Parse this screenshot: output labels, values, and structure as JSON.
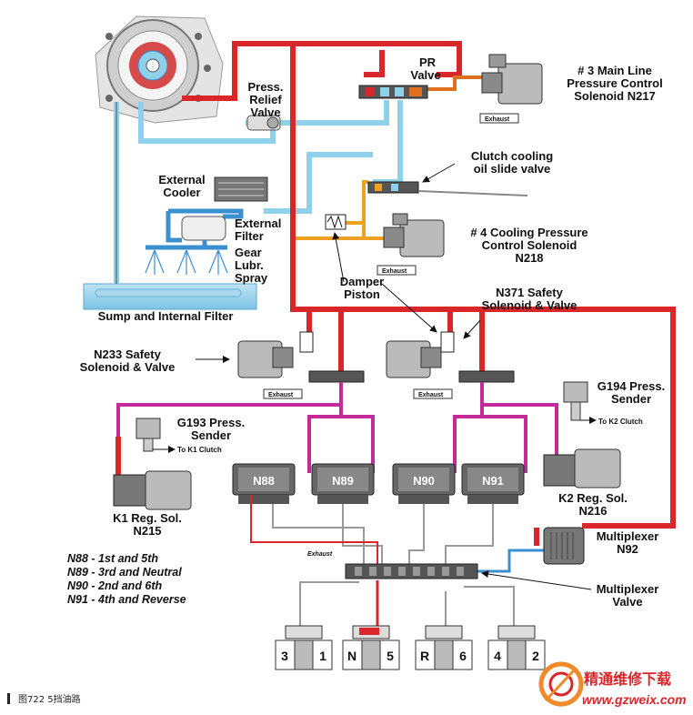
{
  "labels": {
    "press_relief_1": "Press.",
    "press_relief_2": "Relief",
    "press_relief_3": "Valve",
    "pr_valve_1": "PR",
    "pr_valve_2": "Valve",
    "n217_1": "# 3 Main Line",
    "n217_2": "Pressure Control",
    "n217_3": "Solenoid N217",
    "clutch_cooling_1": "Clutch cooling",
    "clutch_cooling_2": "oil slide valve",
    "external_cooler_1": "External",
    "external_cooler_2": "Cooler",
    "external_filter_1": "External",
    "external_filter_2": "Filter",
    "gear_spray_1": "Gear",
    "gear_spray_2": "Lubr.",
    "gear_spray_3": "Spray",
    "n218_1": "# 4 Cooling Pressure",
    "n218_2": "Control Solenoid",
    "n218_3": "N218",
    "damper_1": "Damper",
    "damper_2": "Piston",
    "sump": "Sump and Internal Filter",
    "n371_1": "N371 Safety",
    "n371_2": "Solenoid & Valve",
    "n233_1": "N233 Safety",
    "n233_2": "Solenoid & Valve",
    "g194_1": "G194 Press.",
    "g194_2": "Sender",
    "g193_1": "G193 Press.",
    "g193_2": "Sender",
    "to_k2": "To K2 Clutch",
    "to_k1": "To K1 Clutch",
    "k1_1": "K1 Reg. Sol.",
    "k1_2": "N215",
    "k2_1": "K2 Reg. Sol.",
    "k2_2": "N216",
    "mux_1": "Multiplexer",
    "mux_2": "N92",
    "muxv_1": "Multiplexer",
    "muxv_2": "Valve",
    "exhaust": "Exhaust"
  },
  "solenoids": [
    "N88",
    "N89",
    "N90",
    "N91"
  ],
  "legend": [
    "N88 - 1st and 5th",
    "N89 - 3rd and Neutral",
    "N90 - 2nd and 6th",
    "N91 - 4th and Reverse"
  ],
  "gear_boxes": [
    {
      "left": "3",
      "right": "1"
    },
    {
      "left": "N",
      "right": "5"
    },
    {
      "left": "R",
      "right": "6"
    },
    {
      "left": "4",
      "right": "2"
    }
  ],
  "caption": "图722  5挡油路",
  "watermark": {
    "cn": "精通维修下载",
    "url": "www.gzweix.com"
  },
  "colors": {
    "main_line": "#d8262b",
    "cooling": "#f0a020",
    "lube": "#8fd0ea",
    "spray": "#3a8fd0",
    "clutch": "#c42a9a",
    "pr_orange": "#e07020"
  }
}
